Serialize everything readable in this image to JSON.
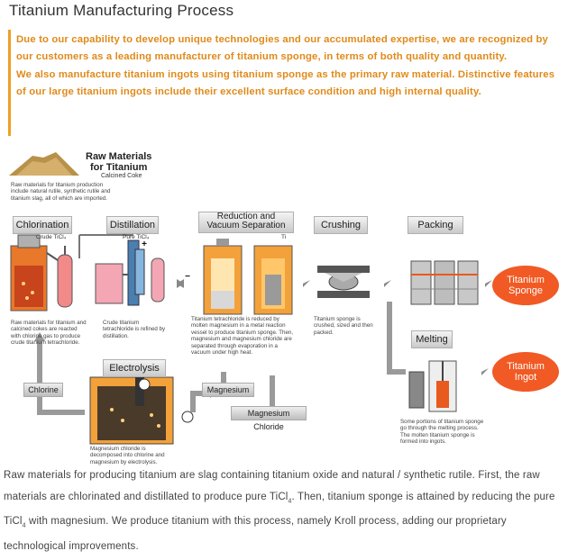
{
  "title": "Titanium Manufacturing Process",
  "intro": {
    "line1": "Due to our capability to develop unique technologies and our accumulated expertise, we are recognized by our customers as a leading manufacturer of titanium sponge, in terms of both quality and quantity.",
    "line2": "We also manufacture titanium ingots using titanium sponge as the primary raw material. Distinctive features of our large titanium ingots include their excellent surface condition and high internal quality."
  },
  "diagram": {
    "raw_title_1": "Raw Materials",
    "raw_title_2": "for Titanium",
    "raw_sub": "Calcined Coke",
    "raw_note": "Raw materials for titanium production include natural rutile, synthetic rutile and titanium slag, all of which are imported.",
    "steps": {
      "chlorination": "Chlorination",
      "distillation": "Distillation",
      "reduction_1": "Reduction and",
      "reduction_2": "Vacuum Separation",
      "crushing": "Crushing",
      "packing": "Packing",
      "melting": "Melting",
      "electrolysis": "Electrolysis"
    },
    "labels": {
      "crude": "Crude TiCl₄",
      "pure": "Pure TiCl₄",
      "ti": "Ti",
      "chlorine": "Chlorine",
      "magnesium": "Magnesium",
      "mgcl": "Magnesium Chloride",
      "plus": "+",
      "minus": "−"
    },
    "notes": {
      "chlorination": "Raw materials for titanium and calcined cokes are reacted with chlorine gas to produce crude titanium tetrachloride.",
      "distillation": "Crude titanium tetrachloride is refined by distillation.",
      "reduction": "Titanium tetrachloride is reduced by molten magnesium in a metal reaction vessel to produce titanium sponge. Then, magnesium and magnesium chloride are separated through evaporation in a vacuum under high heat.",
      "crushing": "Titanium sponge is crushed, sized and then packed.",
      "electrolysis": "Magnesium chloride is decomposed into chlorine and magnesium by electrolysis.",
      "melting": "Some portions of titanium sponge go through the melting process. The molten titanium sponge is formed into ingots."
    },
    "outputs": {
      "sponge_1": "Titanium",
      "sponge_2": "Sponge",
      "ingot_1": "Titanium",
      "ingot_2": "Ingot"
    },
    "colors": {
      "accent": "#f15a24",
      "intro": "#e08a1a",
      "hot": "#e85a1e"
    }
  },
  "footer": {
    "a": "Raw materials for producing titanium are slag containing titanium oxide and natural / synthetic rutile. First, the raw materials are chlorinated and distillated to produce pure TiCl",
    "sub1": "4",
    "b": ". Then, titanium sponge is attained by reducing the pure TiCl",
    "sub2": "4",
    "c": " with magnesium. We produce titanium with this process, namely Kroll process, adding our proprietary technological improvements."
  }
}
